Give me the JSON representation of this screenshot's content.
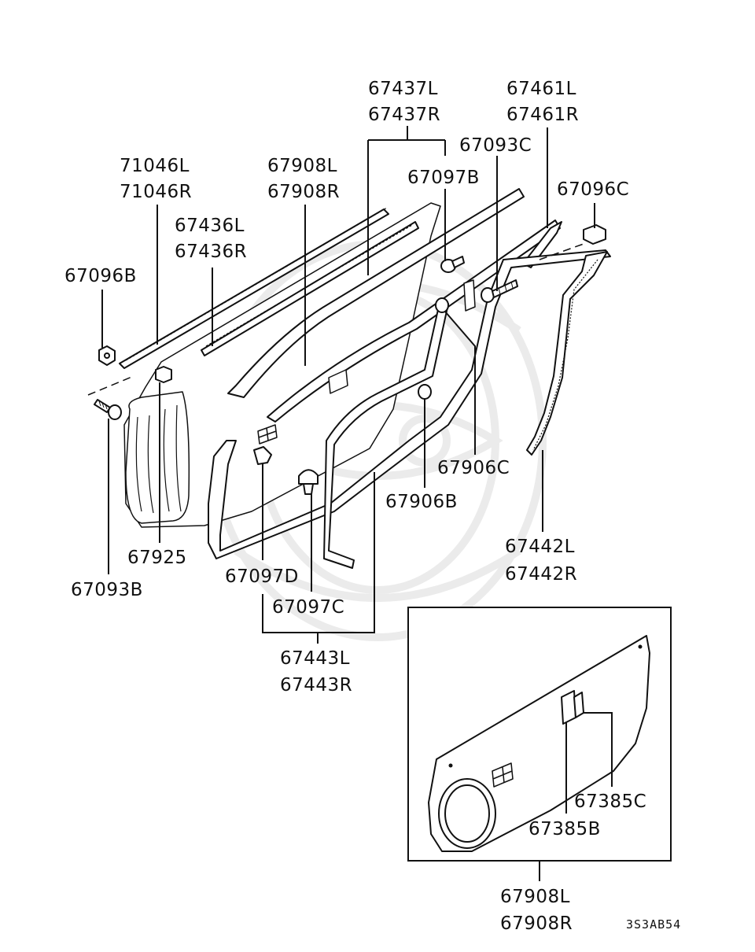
{
  "diagram_code": "3S3AB54",
  "parts": [
    {
      "id": "p67437",
      "lines": [
        "67437L",
        "67437R"
      ]
    },
    {
      "id": "p67461",
      "lines": [
        "67461L",
        "67461R"
      ]
    },
    {
      "id": "p67093C",
      "lines": [
        "67093C"
      ]
    },
    {
      "id": "p71046",
      "lines": [
        "71046L",
        "71046R"
      ]
    },
    {
      "id": "p67908a",
      "lines": [
        "67908L",
        "67908R"
      ]
    },
    {
      "id": "p67097B",
      "lines": [
        "67097B"
      ]
    },
    {
      "id": "p67096C",
      "lines": [
        "67096C"
      ]
    },
    {
      "id": "p67436",
      "lines": [
        "67436L",
        "67436R"
      ]
    },
    {
      "id": "p67096B",
      "lines": [
        "67096B"
      ]
    },
    {
      "id": "p67906C",
      "lines": [
        "67906C"
      ]
    },
    {
      "id": "p67906B",
      "lines": [
        "67906B"
      ]
    },
    {
      "id": "p67442",
      "lines": [
        "67442L",
        "67442R"
      ]
    },
    {
      "id": "p67925",
      "lines": [
        "67925"
      ]
    },
    {
      "id": "p67093B",
      "lines": [
        "67093B"
      ]
    },
    {
      "id": "p67097D",
      "lines": [
        "67097D"
      ]
    },
    {
      "id": "p67097C",
      "lines": [
        "67097C"
      ]
    },
    {
      "id": "p67443",
      "lines": [
        "67443L",
        "67443R"
      ]
    },
    {
      "id": "p67385C",
      "lines": [
        "67385C"
      ]
    },
    {
      "id": "p67385B",
      "lines": [
        "67385B"
      ]
    },
    {
      "id": "p67908b",
      "lines": [
        "67908L",
        "67908R"
      ]
    }
  ]
}
